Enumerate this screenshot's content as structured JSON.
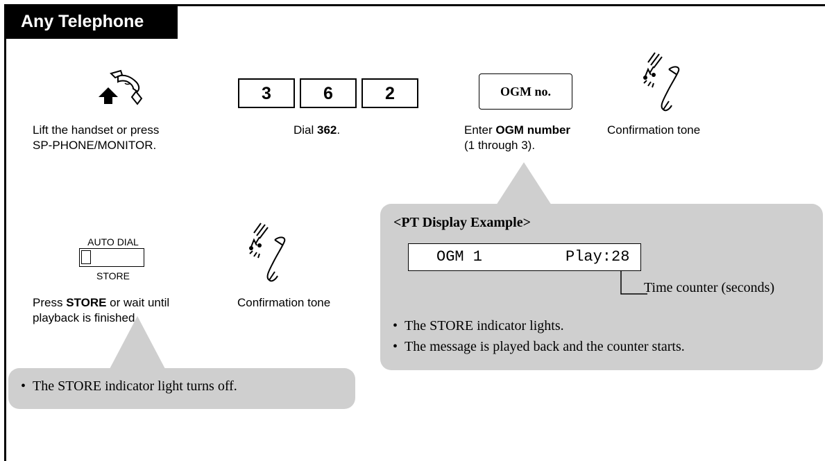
{
  "section": {
    "title": "Any Telephone"
  },
  "steps": {
    "lift": {
      "line1": "Lift the handset or press",
      "line2": "SP-PHONE/MONITOR."
    },
    "dial": {
      "prefix": "Dial ",
      "code": "362",
      "suffix": ".",
      "digits": [
        "3",
        "6",
        "2"
      ]
    },
    "ogm": {
      "key_label": "OGM no.",
      "prefix": "Enter ",
      "bold": "OGM number",
      "line2": "(1 through 3)."
    },
    "confirm1": {
      "text": "Confirmation tone"
    },
    "store": {
      "autodial_label": "AUTO DIAL",
      "store_label": "STORE",
      "prefix": "Press ",
      "bold": "STORE",
      "suffix": " or wait until",
      "line2": "playback is finished."
    },
    "confirm2": {
      "text": "Confirmation tone"
    }
  },
  "display_panel": {
    "heading": "<PT Display Example>",
    "lcd_left": "OGM 1",
    "lcd_right": "Play:28",
    "counter_note": "Time counter (seconds)",
    "bullets": [
      "The STORE indicator lights.",
      "The message is played back and the counter starts."
    ]
  },
  "store_note": {
    "bullets": [
      "The STORE indicator light turns off."
    ]
  },
  "icons": {
    "handset_lift": "handset-lift-icon",
    "ringing_phone": "ringing-handset-icon"
  },
  "colors": {
    "panel": "#cfcfcf",
    "tab": "#000000"
  }
}
